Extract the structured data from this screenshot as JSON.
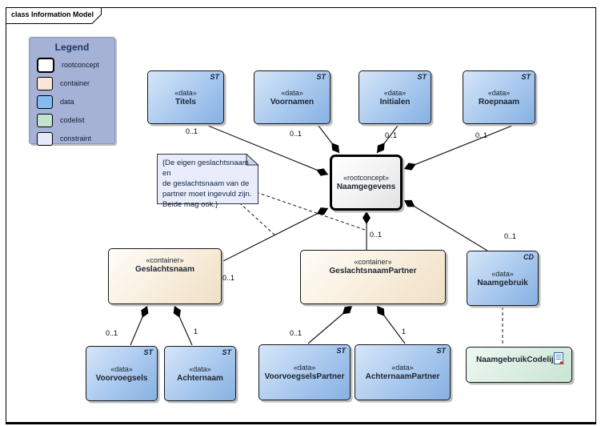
{
  "frame": {
    "title": "class Information Model"
  },
  "legend": {
    "title": "Legend",
    "items": [
      {
        "label": "rootconcept",
        "color": "#ffffff"
      },
      {
        "label": "container",
        "color": "#f9e6d4"
      },
      {
        "label": "data",
        "color": "#85bbf0"
      },
      {
        "label": "codelist",
        "color": "#c2e4cd"
      },
      {
        "label": "constraint",
        "color": "#e8e9f8"
      }
    ]
  },
  "nodes": {
    "titels": {
      "stereotype": "«data»",
      "name": "Titels",
      "badge": "ST"
    },
    "voornamen": {
      "stereotype": "«data»",
      "name": "Voornamen",
      "badge": "ST"
    },
    "initialen": {
      "stereotype": "«data»",
      "name": "Initialen",
      "badge": "ST"
    },
    "roepnaam": {
      "stereotype": "«data»",
      "name": "Roepnaam",
      "badge": "ST"
    },
    "naamgegevens": {
      "stereotype": "«rootconcept»",
      "name": "Naamgegevens"
    },
    "geslachtsnaam": {
      "stereotype": "«container»",
      "name": "Geslachtsnaam"
    },
    "geslachtsnaampartner": {
      "stereotype": "«container»",
      "name": "GeslachtsnaamPartner"
    },
    "naamgebruik": {
      "stereotype": "«data»",
      "name": "Naamgebruik",
      "badge": "CD"
    },
    "voorvoegsels": {
      "stereotype": "«data»",
      "name": "Voorvoegsels",
      "badge": "ST"
    },
    "achternaam": {
      "stereotype": "«data»",
      "name": "Achternaam",
      "badge": "ST"
    },
    "voorvoegselspartner": {
      "stereotype": "«data»",
      "name": "VoorvoegselsPartner",
      "badge": "ST"
    },
    "achternaampartner": {
      "stereotype": "«data»",
      "name": "AchternaamPartner",
      "badge": "ST"
    },
    "naamgebruikcodelijst": {
      "name": "NaamgebruikCodelijst"
    }
  },
  "note": {
    "text": "{De eigen geslachtsnaam en\nde geslachtsnaam van de\npartner moet ingevuld zijn.\nBeide mag ook.}"
  },
  "multiplicities": {
    "titels": "0..1",
    "voornamen": "0..1",
    "initialen": "0..1",
    "roepnaam": "0..1",
    "geslachtsnaam": "0..1",
    "geslachtsnaampartner": "0..1",
    "naamgebruik": "0..1",
    "voorvoegsels": "0..1",
    "achternaam": "1",
    "voorvoegselspartner": "0..1",
    "achternaampartner": "1"
  }
}
